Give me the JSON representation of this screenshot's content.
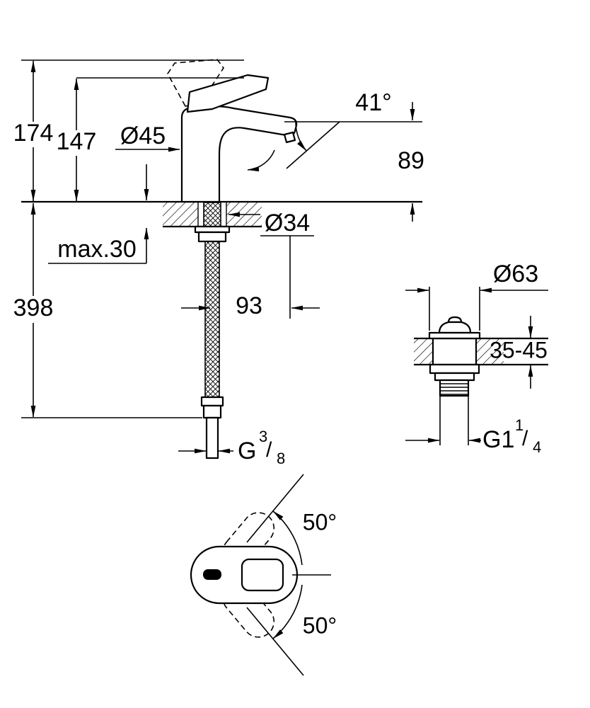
{
  "colors": {
    "line": "#000000",
    "background": "#ffffff"
  },
  "front_view": {
    "total_height": "174",
    "handle_height": "147",
    "body_diameter": "Ø45",
    "spout_angle": "41°",
    "spout_height": "89",
    "max_deck_thickness": "max.30",
    "hole_diameter": "Ø34",
    "total_depth": "398",
    "spout_reach": "93",
    "hose_thread": {
      "prefix": "G",
      "numerator": "3",
      "slash": "/",
      "denominator": "8"
    }
  },
  "waste_view": {
    "flange_diameter": "Ø63",
    "deck_thickness_range": "35-45",
    "thread": {
      "prefix": "G1",
      "numerator": "1",
      "slash": "/",
      "denominator": "4"
    }
  },
  "top_view": {
    "swivel_up": "50°",
    "swivel_down": "50°"
  }
}
